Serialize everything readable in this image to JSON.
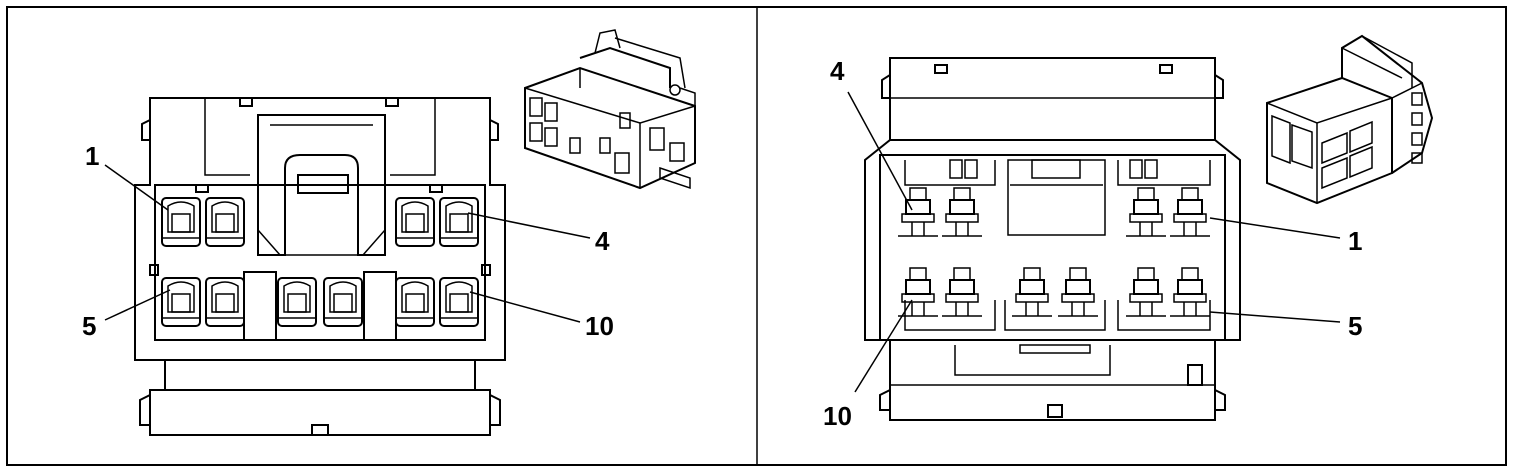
{
  "panels": [
    {
      "id": "mating-face",
      "labels": {
        "top_left": "1",
        "top_right": "4",
        "bottom_left": "5",
        "bottom_right": "10"
      }
    },
    {
      "id": "terminal-face",
      "labels": {
        "top_left": "4",
        "top_right": "1",
        "bottom_left": "10",
        "bottom_right": "5"
      }
    }
  ]
}
